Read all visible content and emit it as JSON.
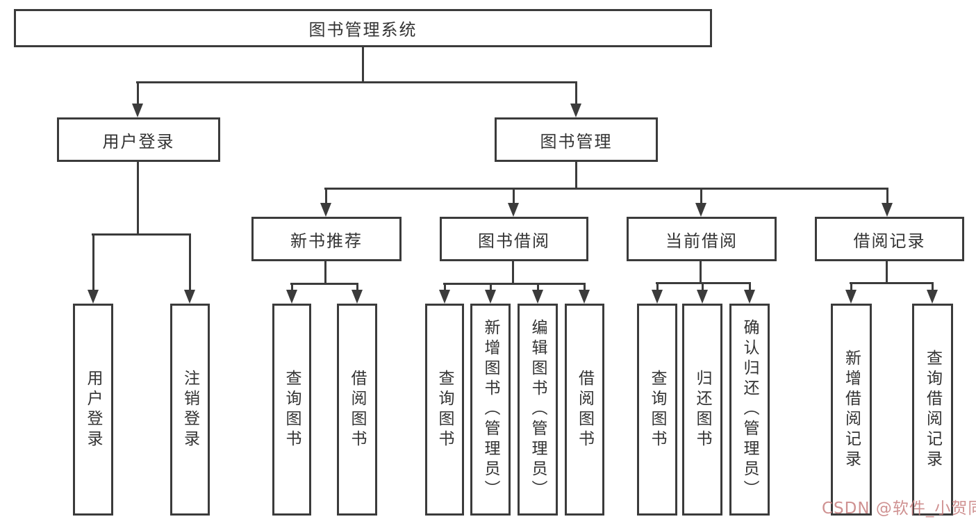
{
  "tree": {
    "label": "图书管理系统",
    "children": [
      {
        "label": "用户登录",
        "children": [
          {
            "label": "用户登录"
          },
          {
            "label": "注销登录"
          }
        ]
      },
      {
        "label": "图书管理",
        "children": [
          {
            "label": "新书推荐",
            "children": [
              {
                "label": "查询图书"
              },
              {
                "label": "借阅图书"
              }
            ]
          },
          {
            "label": "图书借阅",
            "children": [
              {
                "label": "查询图书"
              },
              {
                "label": "新增图书（管理员）"
              },
              {
                "label": "编辑图书（管理员）"
              },
              {
                "label": "借阅图书"
              }
            ]
          },
          {
            "label": "当前借阅",
            "children": [
              {
                "label": "查询图书"
              },
              {
                "label": "归还图书"
              },
              {
                "label": "确认归还（管理员）"
              }
            ]
          },
          {
            "label": "借阅记录",
            "children": [
              {
                "label": "新增借阅记录"
              },
              {
                "label": "查询借阅记录"
              }
            ]
          }
        ]
      }
    ]
  },
  "watermark": {
    "text": "CSDN @软件_小贺同学"
  },
  "colors": {
    "line": "#3b3b3b",
    "text": "#333333",
    "background": "#ffffff",
    "watermark": "#c88282"
  }
}
